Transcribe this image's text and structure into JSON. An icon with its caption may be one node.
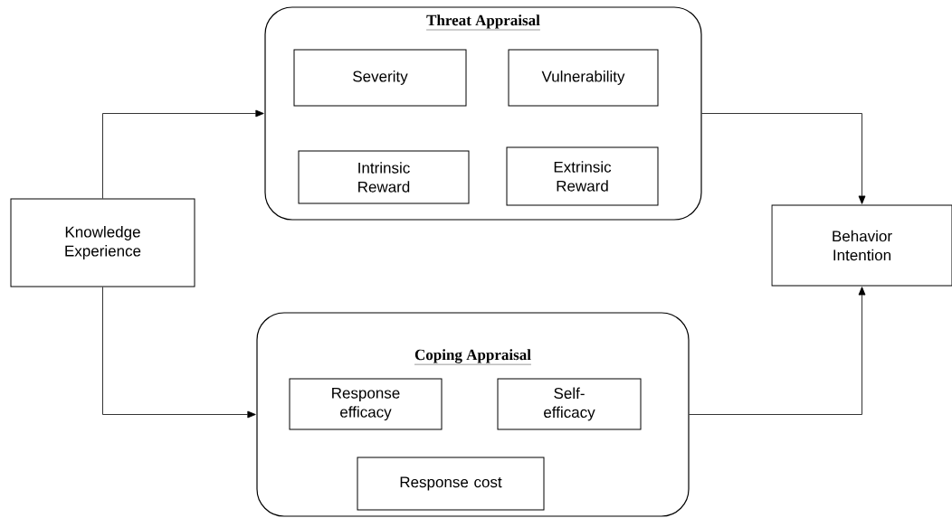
{
  "diagram": {
    "nodes": [
      {
        "text": [
          "Knowledge Experience"
        ]
      },
      {
        "text": [
          "Threat Appraisal"
        ]
      },
      {
        "text": [
          "Severity"
        ],
        "in": 1
      },
      {
        "text": [
          "Vulnerability"
        ],
        "in": 1
      },
      {
        "text": [
          "Intrinsic Reward"
        ],
        "in": 1
      },
      {
        "text": [
          "Extrinsic Reward"
        ],
        "in": 1
      },
      {
        "text": [
          "Behavior Intention"
        ]
      },
      {
        "text": [
          "Coping Appraisal"
        ]
      },
      {
        "text": [
          "Response efficacy"
        ],
        "in": 7
      },
      {
        "text": [
          "Self-efficacy"
        ],
        "in": 7
      },
      {
        "text": [
          "Response cost"
        ],
        "in": 7
      }
    ],
    "edges": [
      {
        "from": 0,
        "to": 1,
        "arrow": "to"
      },
      {
        "from": 0,
        "to": 7,
        "arrow": "to"
      },
      {
        "from": 1,
        "to": 6,
        "arrow": "to"
      },
      {
        "from": 7,
        "to": 6,
        "arrow": "to"
      }
    ]
  }
}
